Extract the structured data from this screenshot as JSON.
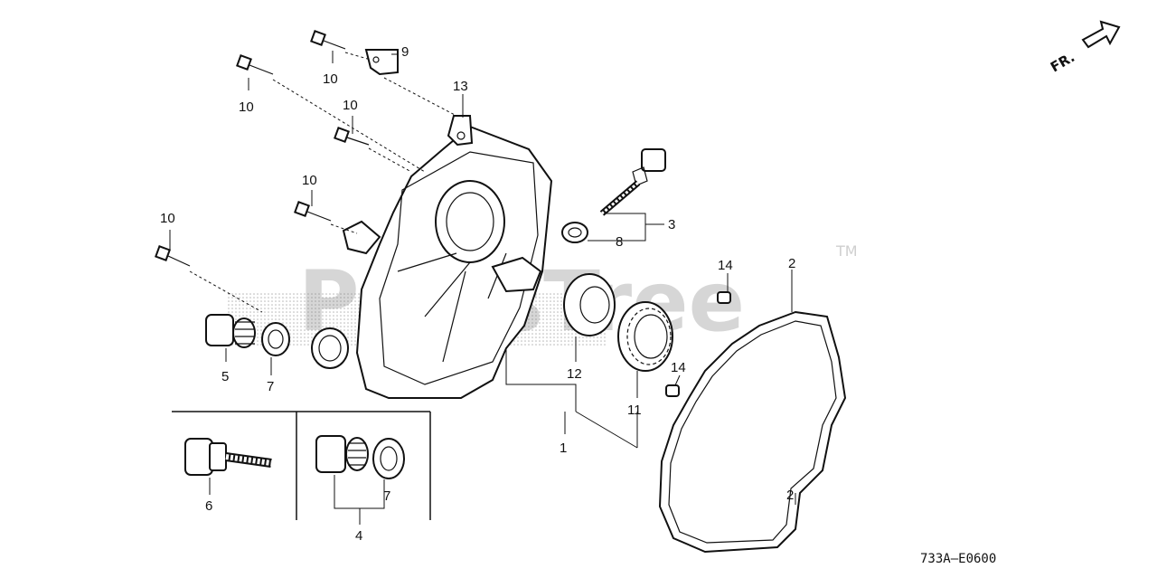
{
  "watermark": {
    "text": "PartsTree",
    "trademark": "TM"
  },
  "orientation": {
    "text": "FR."
  },
  "diagram_code": "733A–E0600",
  "callouts": {
    "c1": "1",
    "c2": "2",
    "c3": "3",
    "c4": "4",
    "c5": "5",
    "c6": "6",
    "c7a": "7",
    "c7b": "7",
    "c8": "8",
    "c9": "9",
    "c10a": "10",
    "c10b": "10",
    "c10c": "10",
    "c10d": "10",
    "c10e": "10",
    "c11": "11",
    "c12": "12",
    "c13": "13",
    "c14a": "14",
    "c14b": "14"
  }
}
